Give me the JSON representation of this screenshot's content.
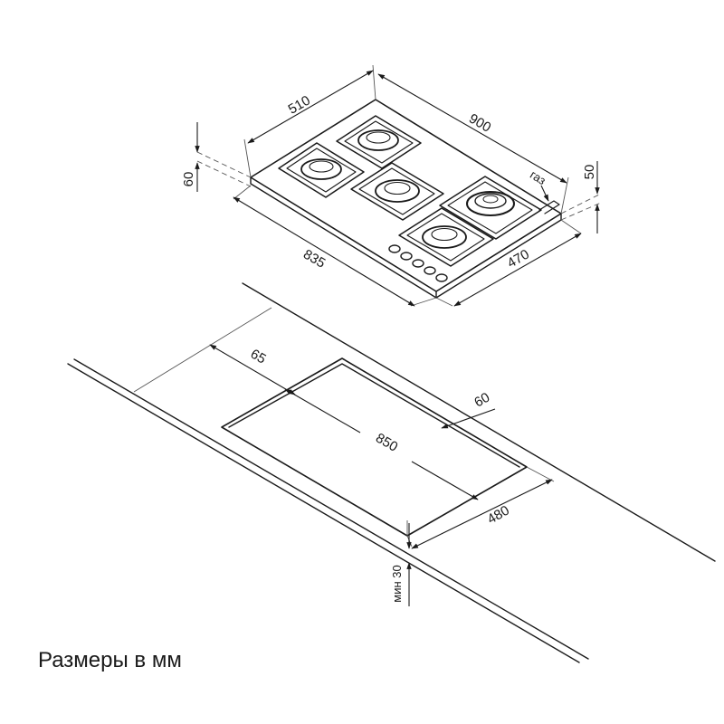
{
  "hob": {
    "dim_depth": "510",
    "dim_width": "900",
    "dim_height_left": "60",
    "dim_height_right": "50",
    "dim_length": "835",
    "dim_depth_front": "470",
    "gas_label": "газ"
  },
  "cutout": {
    "dim_offset_back": "65",
    "dim_offset_right": "60",
    "dim_width": "850",
    "dim_depth": "480",
    "dim_min_thickness": "мин 30"
  },
  "caption": "Размеры в мм"
}
